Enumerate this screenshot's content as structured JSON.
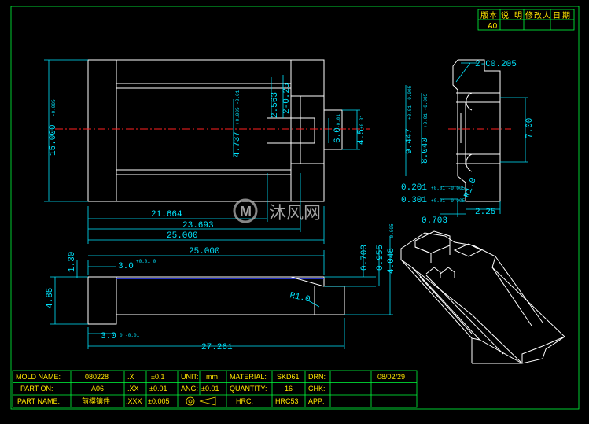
{
  "title_block_top": {
    "headers": [
      "版",
      "本",
      "说",
      "明",
      "修",
      "改",
      "人",
      "日",
      "期"
    ],
    "version": "A0"
  },
  "front_view": {
    "dims": {
      "height": "15.000",
      "height_tol": "-0.005",
      "len_a": "21.664",
      "len_b": "23.693",
      "len_c": "25.000",
      "d1": "2.563",
      "d2": "2-0.25",
      "d3": "4.737",
      "d3_tol": "+0.005 -0.01",
      "d4": "6.0",
      "d4_tol": "-0.01",
      "d5": "4.5",
      "d5_tol": "+0.01"
    }
  },
  "side_view": {
    "dims": {
      "chamfer": "2-C0.205",
      "h1": "9.447",
      "h1_tol": "+0.01 -0.005",
      "h2": "8.040",
      "h2_tol": "+0.01 -0.005",
      "h3": "7.00",
      "r1": "0.201",
      "r1_tol": "+0.01 -0.005",
      "r2": "0.301",
      "r2_tol": "+0.01 -0.005",
      "radius": "R1.0",
      "w1": "2.25",
      "w2": "0.703"
    }
  },
  "bottom_view": {
    "dims": {
      "len": "25.000",
      "left": "3.0",
      "left_tol": "+0.01 0",
      "left2": "3.0",
      "left2_tol": "0 -0.01",
      "h_top": "1.30",
      "h_total": "4.85",
      "radius": "R1.0",
      "total": "27.261",
      "r_a": "0.703",
      "r_b": "0.955",
      "r_c": "4.048",
      "r_c_tol": "-0.005"
    }
  },
  "watermark": {
    "text": "沐风网"
  },
  "title_block": {
    "rows": [
      {
        "l1": "MOLD NAME:",
        "v1": "080228",
        "t": ".X",
        "tv": "±0.1",
        "u": "UNIT:",
        "uv": "mm",
        "m": "MATERIAL:",
        "mv": "SKD61",
        "d": "DRN:",
        "dv": "",
        "date": "08/02/29"
      },
      {
        "l1": "PART ON:",
        "v1": "A06",
        "t": ".XX",
        "tv": "±0.01",
        "u": "ANG:",
        "uv": "±0.01",
        "m": "QUANTITY:",
        "mv": "16",
        "d": "CHK:",
        "dv": "",
        "date": ""
      },
      {
        "l1": "PART NAME:",
        "v1": "前模镶件",
        "t": ".XXX",
        "tv": "±0.005",
        "u": "",
        "uv": "",
        "m": "HRC:",
        "mv": "HRC53",
        "d": "APP:",
        "dv": "",
        "date": ""
      }
    ]
  },
  "colors": {
    "background": "#000000",
    "lines": "#ffffff",
    "dimensions": "#00e5ff",
    "text": "#00ff3c",
    "title_text": "#ffe600",
    "centerline": "#ff2020"
  }
}
